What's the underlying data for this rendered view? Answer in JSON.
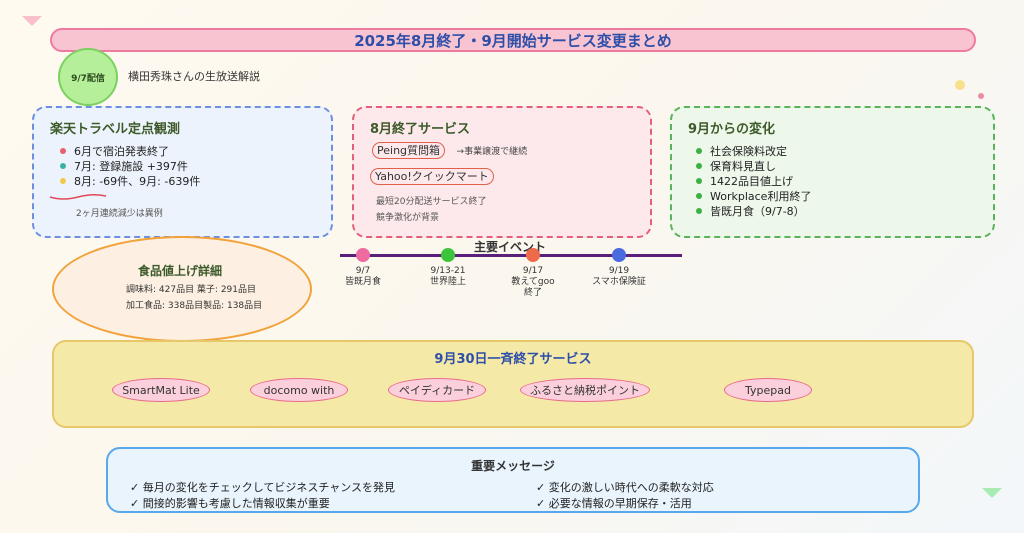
{
  "title": "2025年8月終了・9月開始サービス変更まとめ",
  "badge": "9/7配信",
  "subtitle": "横田秀珠さんの生放送解説",
  "rakuten": {
    "title": "楽天トラベル定点観測",
    "items": [
      {
        "text": "6月で宿泊発表終了",
        "color": "#e8606a"
      },
      {
        "text": "7月: 登録施設 +397件",
        "color": "#3ab3a4"
      },
      {
        "text": "8月: -69件、9月: -639件",
        "color": "#f2c94c"
      }
    ],
    "note": "2ヶ月連続減少は異例"
  },
  "aug": {
    "title": "8月終了サービス",
    "service1": "Peing質問箱",
    "service1_note": "→事業譲渡で継続",
    "service2": "Yahoo!クイックマート",
    "service2_note1": "最短20分配送サービス終了",
    "service2_note2": "競争激化が背景"
  },
  "sep": {
    "title": "9月からの変化",
    "items": [
      "社会保険料改定",
      "保育料見直し",
      "1422品目値上げ",
      "Workplace利用終了",
      "皆既月食（9/7-8）"
    ],
    "dot_color": "#3cb043"
  },
  "food": {
    "title": "食品値上げ詳細",
    "line1": "調味料: 427品目 菓子: 291品目",
    "line2": "加工食品: 338品目製品: 138品目"
  },
  "events": {
    "title": "主要イベント",
    "items": [
      {
        "date": "9/7",
        "label": "皆既月食",
        "color": "#ef6aa0"
      },
      {
        "date": "9/13-21",
        "label": "世界陸上",
        "color": "#3cc43c"
      },
      {
        "date": "9/17",
        "label": "教えてgoo 終了",
        "color": "#ef6a4a"
      },
      {
        "date": "9/19",
        "label": "スマホ保険証",
        "color": "#4a6ae0"
      }
    ]
  },
  "sep30": {
    "title": "9月30日一斉終了サービス",
    "services": [
      "SmartMat Lite",
      "docomo with",
      "ペイディカード",
      "ふるさと納税ポイント",
      "Typepad"
    ]
  },
  "message": {
    "title": "重要メッセージ",
    "items": [
      "毎月の変化をチェックしてビジネスチャンスを発見",
      "変化の激しい時代への柔軟な対応",
      "間接的影響も考慮した情報収集が重要",
      "必要な情報の早期保存・活用"
    ],
    "check": "✓"
  },
  "colors": {
    "accent_blue": "#2e4fa8",
    "pink": "#ef7aa0",
    "green": "#58b35a"
  }
}
